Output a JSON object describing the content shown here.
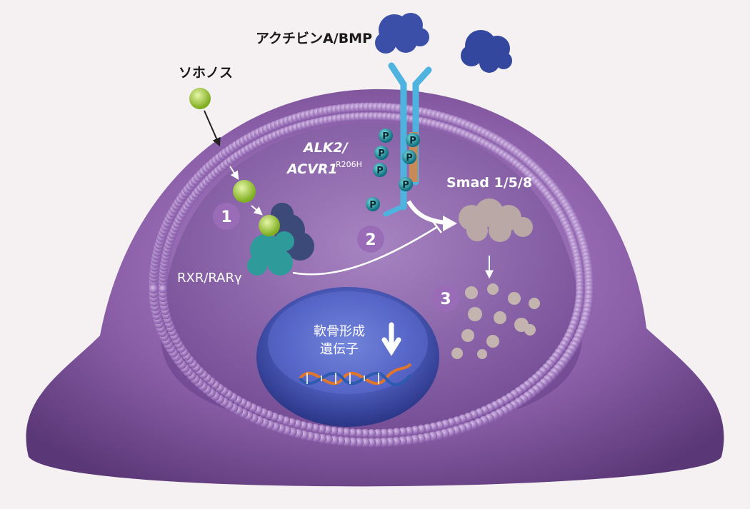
{
  "labels": {
    "activin_bmp": "アクチビンA/BMP",
    "sohonos": "ソホノス",
    "alk2_line1": "ALK2/",
    "alk2_line2": "ACVR1",
    "alk2_superscript": "R206H",
    "smad": "Smad 1/5/8",
    "rxr": "RXR/RARγ",
    "gene_line1": "軟骨形成",
    "gene_line2": "遺伝子",
    "phospho": "P"
  },
  "steps": [
    "1",
    "2",
    "3"
  ],
  "colors": {
    "background": "#f5f1f3",
    "cell_body": "#8b5fa8",
    "cell_dark": "#5a3777",
    "membrane_bead": "#a57cbf",
    "nucleus": "#3f4fa3",
    "ligand": "#3b4fa8",
    "receptor": "#4fb3e0",
    "receptor_kinase": "#c98a5a",
    "phosphate": "#1a9aa8",
    "drug_ball": "#a6cf3c",
    "rxr_teal": "#2e9a9a",
    "rxr_navy": "#3b4a78",
    "smad": "#b9a8a5",
    "step_badge": "#9a6cb8",
    "dna_orange": "#e0762c",
    "dna_blue": "#2c5bb0"
  }
}
